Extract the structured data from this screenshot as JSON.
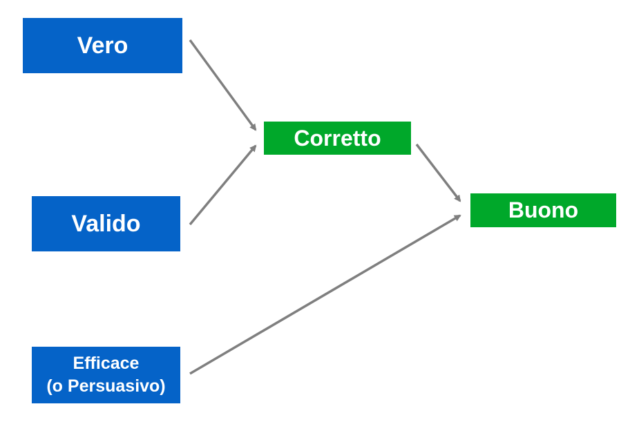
{
  "nodes": {
    "vero": "Vero",
    "valido": "Valido",
    "efficace_line1": "Efficace",
    "efficace_line2": "(o Persuasivo)",
    "corretto": "Corretto",
    "buono": "Buono"
  },
  "colors": {
    "blue": "#0563c8",
    "green": "#00a82a",
    "arrow": "#7f7f7f"
  },
  "edges": [
    {
      "from": "Vero",
      "to": "Corretto"
    },
    {
      "from": "Valido",
      "to": "Corretto"
    },
    {
      "from": "Corretto",
      "to": "Buono"
    },
    {
      "from": "Efficace (o Persuasivo)",
      "to": "Buono"
    }
  ]
}
